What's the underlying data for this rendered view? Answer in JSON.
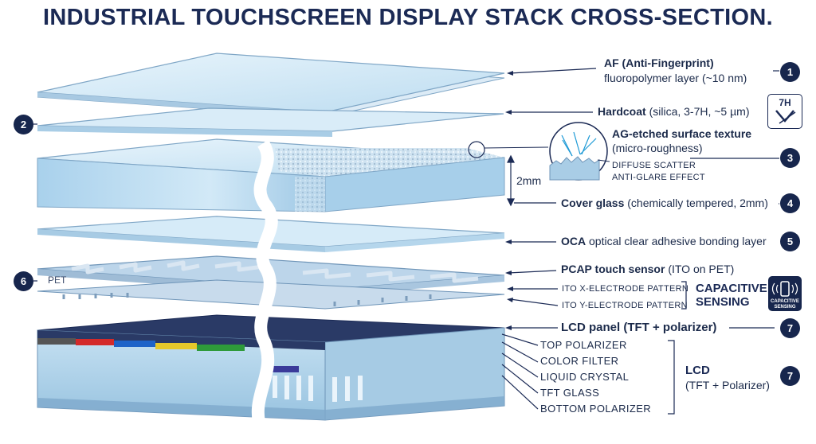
{
  "title": "INDUSTRIAL TOUCHSCREEN DISPLAY STACK CROSS-SECTION.",
  "colors": {
    "navy": "#17264d",
    "glass": "#bfe0f4",
    "glass_edge": "#8fb8d6",
    "accent_text": "#1b2a55"
  },
  "labels": {
    "af_title": "AF (Anti-Fingerprint)",
    "af_desc": "fluoropolymer layer (~10 nm)",
    "hardcoat_title": "Hardcoat",
    "hardcoat_desc": "(silica, 3-7H, ~5 µm)",
    "hardness_badge": "7H",
    "ag_title": "AG-etched surface texture",
    "ag_desc": "(micro-roughness)",
    "diffuse_scatter": "DIFFUSE SCATTER",
    "anti_glare": "ANTI-GLARE EFFECT",
    "thickness": "2mm",
    "cover_title": "Cover glass",
    "cover_desc": "(chemically tempered, 2mm)",
    "oca_title": "OCA",
    "oca_desc": "optical clear adhesive bonding layer",
    "pcap_title": "PCAP touch sensor",
    "pcap_desc": "(ITO on PET)",
    "ito_x": "ITO X-ELECTRODE PATTERN",
    "ito_y": "ITO Y-ELECTRODE PATTERN",
    "capacitive_1": "CAPACITIVE",
    "capacitive_2": "SENSING",
    "pcap_icon_1": "CAPACITIVE",
    "pcap_icon_2": "SENSING",
    "pet": "PET",
    "lcd_panel_title": "LCD panel (TFT + polarizer)",
    "top_polarizer": "TOP POLARIZER",
    "color_filter": "COLOR FILTER",
    "liquid_crystal": "LIQUID CRYSTAL",
    "tft_glass": "TFT GLASS",
    "bottom_polarizer": "BOTTOM POLARIZER",
    "lcd_tag": "LCD",
    "lcd_tag_desc": "(TFT + Polarizer)"
  },
  "markers": {
    "m1": "1",
    "m2": "2",
    "m3": "3",
    "m4": "4",
    "m5": "5",
    "m6": "6",
    "m7a": "7",
    "m7b": "7"
  }
}
